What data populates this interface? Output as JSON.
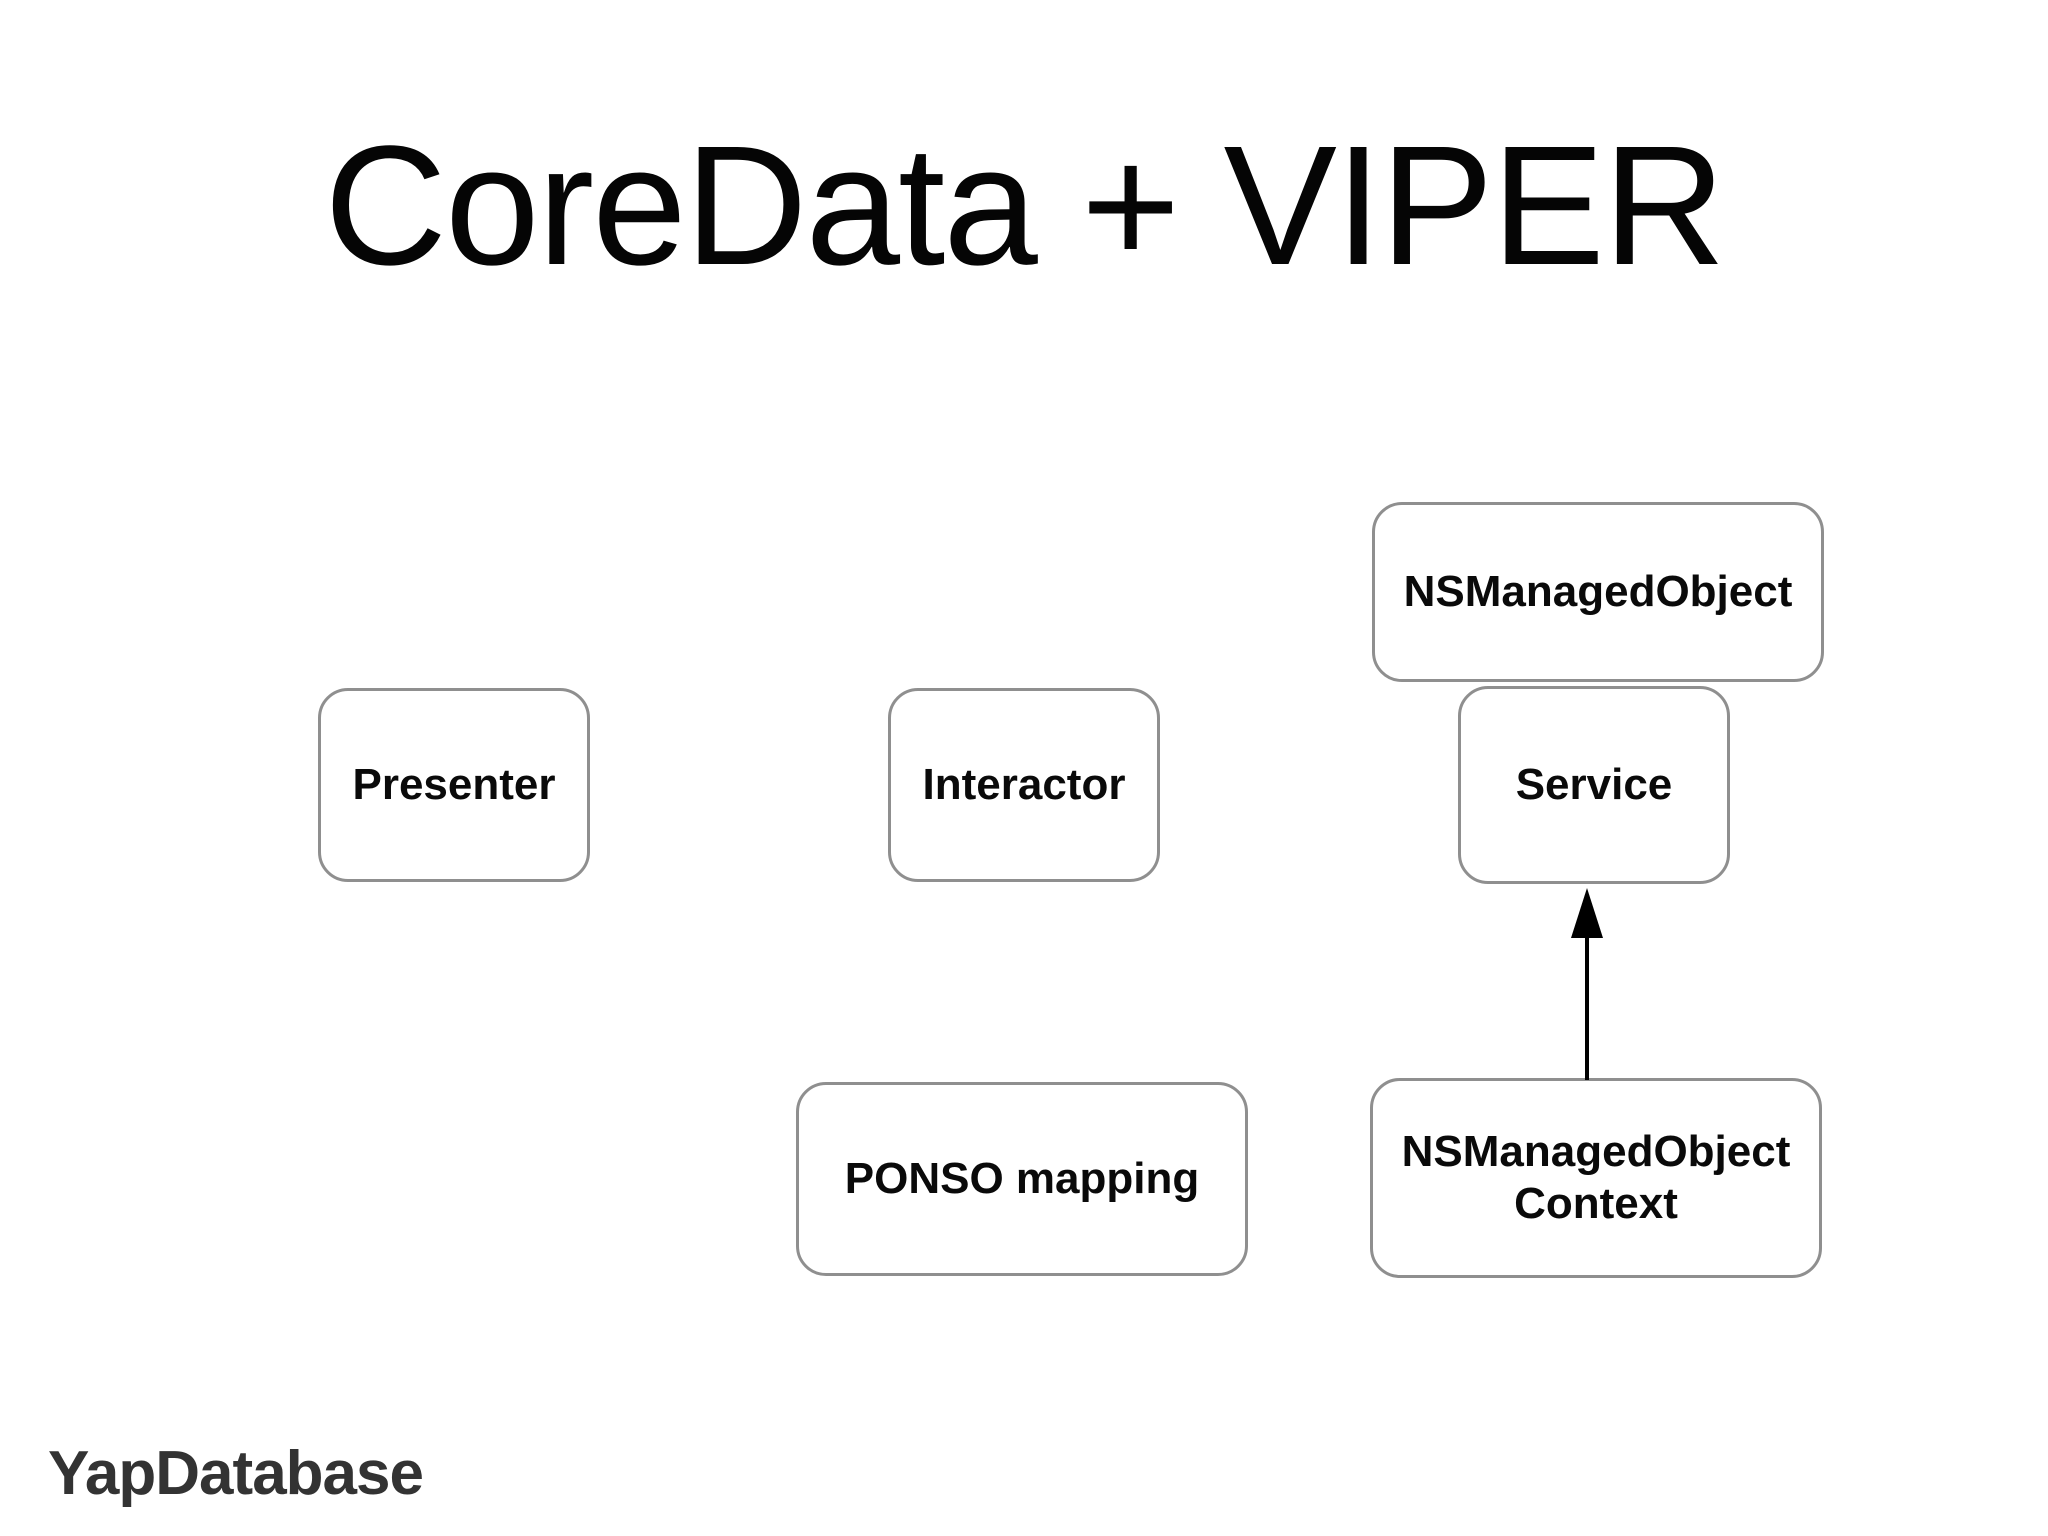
{
  "slide": {
    "title": "CoreData + VIPER",
    "footer": "YapDatabase"
  },
  "diagram": {
    "boxes": [
      {
        "id": "presenter",
        "label": "Presenter"
      },
      {
        "id": "interactor",
        "label": "Interactor"
      },
      {
        "id": "nsmanagedobject",
        "label": "NSManagedObject"
      },
      {
        "id": "service",
        "label": "Service"
      },
      {
        "id": "ponso-mapping",
        "label": "PONSO mapping"
      },
      {
        "id": "nsmanagedobject-context",
        "label": "NSManagedObject Context"
      }
    ],
    "arrows": [
      {
        "from": "nsmanagedobject-context",
        "to": "service",
        "direction": "up"
      }
    ]
  },
  "colors": {
    "background": "#ffffff",
    "box_border": "#8f8f8f",
    "box_fill": "#ffffff",
    "box_text": "#0a0a0a",
    "title_text": "#050505",
    "footer_text": "#333333",
    "arrow": "#000000"
  }
}
